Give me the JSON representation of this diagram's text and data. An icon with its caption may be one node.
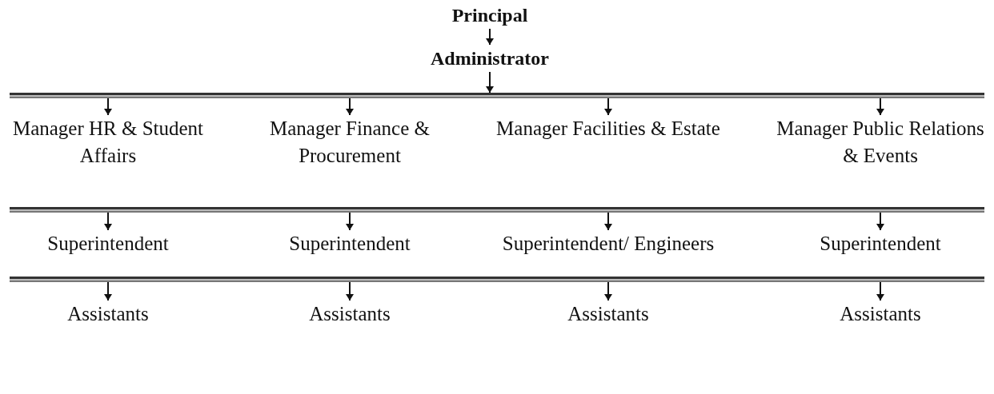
{
  "diagram": {
    "nodes": [
      {
        "text": [
          "Principal"
        ]
      },
      {
        "text": [
          "Administrator"
        ]
      },
      {
        "text": [],
        "shape": "bar"
      },
      {
        "text": [
          "Manager HR & Student Affairs"
        ]
      },
      {
        "text": [
          "Manager Finance & Procurement"
        ]
      },
      {
        "text": [
          "Manager Facilities & Estate"
        ]
      },
      {
        "text": [
          "Manager Public Relations & Events"
        ]
      },
      {
        "text": [],
        "shape": "bar"
      },
      {
        "text": [
          "Superintendent"
        ]
      },
      {
        "text": [
          "Superintendent"
        ]
      },
      {
        "text": [
          "Superintendent/ Engineers"
        ]
      },
      {
        "text": [
          "Superintendent"
        ]
      },
      {
        "text": [],
        "shape": "bar"
      },
      {
        "text": [
          "Assistants"
        ]
      },
      {
        "text": [
          "Assistants"
        ]
      },
      {
        "text": [
          "Assistants"
        ]
      },
      {
        "text": [
          "Assistants"
        ]
      }
    ],
    "edges": [
      {
        "from": 0,
        "to": 1,
        "arrow": "to"
      },
      {
        "from": 1,
        "to": 2,
        "arrow": "to"
      },
      {
        "from": 2,
        "to": 3,
        "arrow": "to"
      },
      {
        "from": 2,
        "to": 4,
        "arrow": "to"
      },
      {
        "from": 2,
        "to": 5,
        "arrow": "to"
      },
      {
        "from": 2,
        "to": 6,
        "arrow": "to"
      },
      {
        "from": 7,
        "to": 8,
        "arrow": "to"
      },
      {
        "from": 7,
        "to": 9,
        "arrow": "to"
      },
      {
        "from": 7,
        "to": 10,
        "arrow": "to"
      },
      {
        "from": 7,
        "to": 11,
        "arrow": "to"
      },
      {
        "from": 12,
        "to": 13,
        "arrow": "to"
      },
      {
        "from": 12,
        "to": 14,
        "arrow": "to"
      },
      {
        "from": 12,
        "to": 15,
        "arrow": "to"
      },
      {
        "from": 12,
        "to": 16,
        "arrow": "to"
      }
    ]
  }
}
